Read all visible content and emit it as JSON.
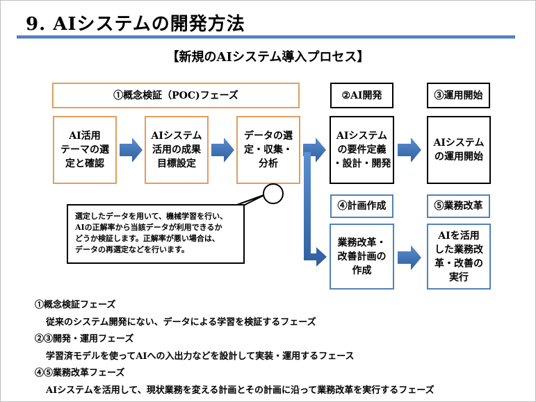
{
  "header": {
    "title": "9. AIシステムの開発方法",
    "subtitle": "【新規のAIシステム導入プロセス】"
  },
  "phases": {
    "poc": "①概念検証（POC)フェーズ",
    "dev": "②AI開発",
    "ops": "③運用開始",
    "plan": "④計画作成",
    "reform": "⑤業務改革"
  },
  "steps": {
    "ai_use": "AI活用\nテーマの選\n定と確認",
    "ai_system_goal": "AIシステム\n活用の成果\n目標設定",
    "data_select": "データの選\n定・収集・\n分析",
    "requirements": "AIシステム\nの要件定義\n・設計・開発",
    "operation_start": "AIシステム\nの運用開始",
    "reform_plan": "業務改革・\n改善計画の\n作成",
    "reform_exec": "AIを活用\nした業務改\n革・改善の\n実行"
  },
  "callout": {
    "text": "選定したデータを用いて、機械学習を行い、\nAIの正解率から当該データが利用できるか\nどうか検証します。正解率が悪い場合は、\nデータの再選定などを行います。"
  },
  "legend": {
    "h1": "①概念検証フェーズ",
    "d1": "従来のシステム開発にない、データによる学習を検証するフェーズ",
    "h2": "②③開発・運用フェーズ",
    "d2": "学習済モデルを使ってAIへの入出力などを設計して実装・運用するフェース",
    "h3": "④⑤業務改革フェーズ",
    "d3": "AIシステムを活用して、現状業務を変える計画とその計画に沿って業務改革を実行するフェーズ"
  },
  "colors": {
    "accent_blue": "#4f81bd",
    "arrow_blue": "#3e6fb0",
    "orange": "#e59c5b"
  }
}
